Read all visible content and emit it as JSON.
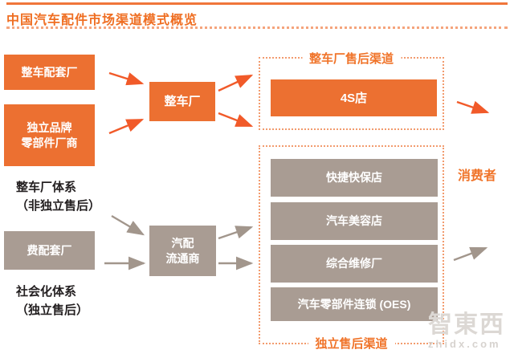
{
  "header": {
    "title": "中国汽车配件市场渠道模式概览"
  },
  "left_column": {
    "oem_parts_factory": "整车配套厂",
    "independent_brand_parts_maker": "独立品牌\n零部件厂商",
    "oem_system_label": "整车厂体系\n（非独立售后）",
    "fei_peitao_factory": "费配套厂",
    "social_system_label": "社会化体系\n（独立售后）"
  },
  "middle_column": {
    "vehicle_maker": "整车厂",
    "parts_distributor": "汽配\n流通商"
  },
  "oem_aftersales_channel": {
    "label": "整车厂售后渠道",
    "store": "4S店"
  },
  "independent_aftersales_channel": {
    "label": "独立售后渠道",
    "stores": [
      "快捷快保店",
      "汽车美容店",
      "综合维修厂",
      "汽车零部件连锁 (OES)"
    ]
  },
  "consumer_label": "消费者",
  "watermark": {
    "logo": "智東西",
    "domain": "zhidx.com"
  },
  "colors": {
    "box_orange": "#EC7031",
    "arrow_orange": "#F15A29",
    "box_taupe_gray": "#A99C93",
    "arrow_taupe_gray": "#A2968C",
    "dotted_border_orange": "#F29B6E",
    "label_orange": "#F0742A",
    "title_orange": "#EF6E22",
    "text_black": "#231F20",
    "watermark_gray": "#DCD8D4"
  }
}
